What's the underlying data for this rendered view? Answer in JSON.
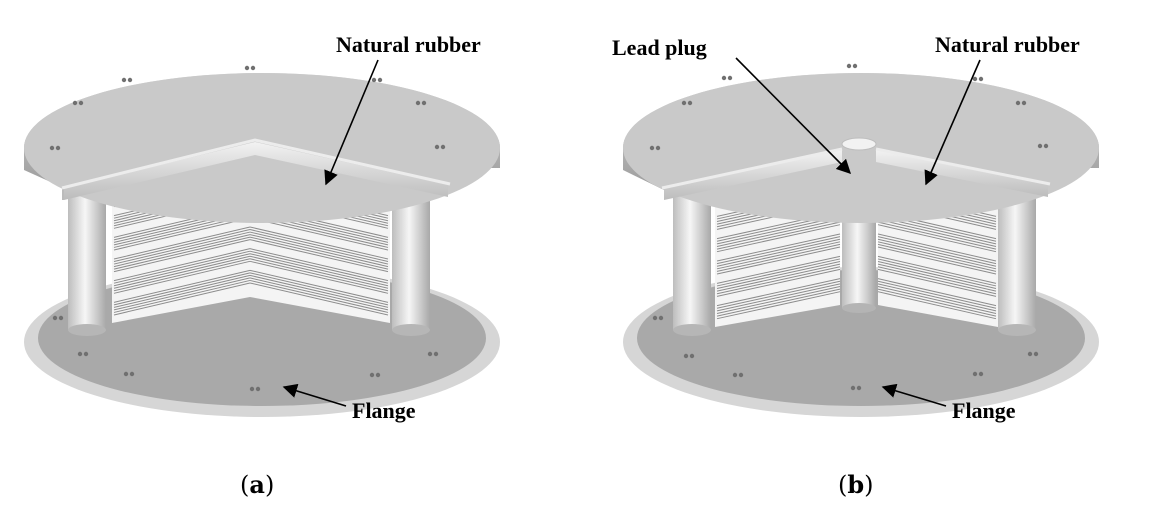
{
  "panels": [
    {
      "id": "a",
      "caption_letter": "a",
      "labels": {
        "top": "Natural rubber",
        "bottom": "Flange"
      }
    },
    {
      "id": "b",
      "caption_letter": "b",
      "labels": {
        "left": "Lead plug",
        "top": "Natural rubber",
        "bottom": "Flange"
      }
    }
  ],
  "colors": {
    "plate_top": "#c8c8c8",
    "plate_edge": "#b0b0b0",
    "base_plate": "#a6a6a6",
    "base_rim": "#d4d4d4",
    "rubber_light": "#ffffff",
    "rubber_line": "#8a8a8a",
    "column": "#e6e6e6",
    "bolt": "#6e6e6e"
  }
}
